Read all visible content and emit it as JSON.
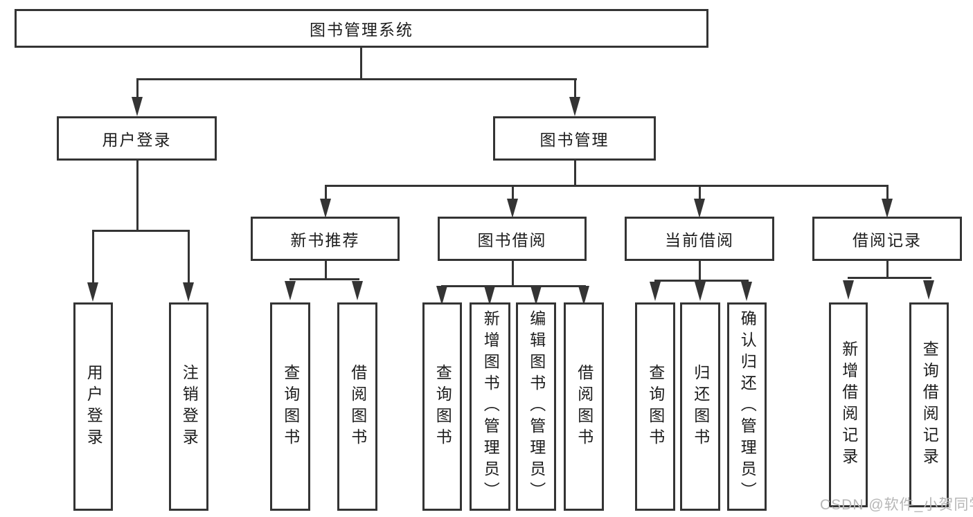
{
  "title": "图书管理系统",
  "watermark": "CSDN @软件_小贺同学",
  "colors": {
    "line": "#343434",
    "text": "#1c1c1c",
    "watermark": "#b6b6b6",
    "background": "#ffffff"
  },
  "nodes": {
    "root": "图书管理系统",
    "user_login": "用户登录",
    "book_mgmt": "图书管理",
    "new_book_rec": "新书推荐",
    "book_borrow": "图书借阅",
    "current_borrow": "当前借阅",
    "borrow_records": "借阅记录",
    "leaf_user_login": "用户登录",
    "leaf_logout": "注销登录",
    "leaf_nb_query": "查询图书",
    "leaf_nb_borrow": "借阅图书",
    "leaf_bb_query": "查询图书",
    "leaf_bb_add": "新增图书（管理员）",
    "leaf_bb_edit": "编辑图书（管理员）",
    "leaf_bb_borrow": "借阅图书",
    "leaf_cb_query": "查询图书",
    "leaf_cb_return": "归还图书",
    "leaf_cb_confirm": "确认归还（管理员）",
    "leaf_br_add": "新增借阅记录",
    "leaf_br_query": "查询借阅记录"
  },
  "hierarchy": {
    "图书管理系统": {
      "用户登录": [
        "用户登录",
        "注销登录"
      ],
      "图书管理": {
        "新书推荐": [
          "查询图书",
          "借阅图书"
        ],
        "图书借阅": [
          "查询图书",
          "新增图书（管理员）",
          "编辑图书（管理员）",
          "借阅图书"
        ],
        "当前借阅": [
          "查询图书",
          "归还图书",
          "确认归还（管理员）"
        ],
        "借阅记录": [
          "新增借阅记录",
          "查询借阅记录"
        ]
      }
    }
  }
}
